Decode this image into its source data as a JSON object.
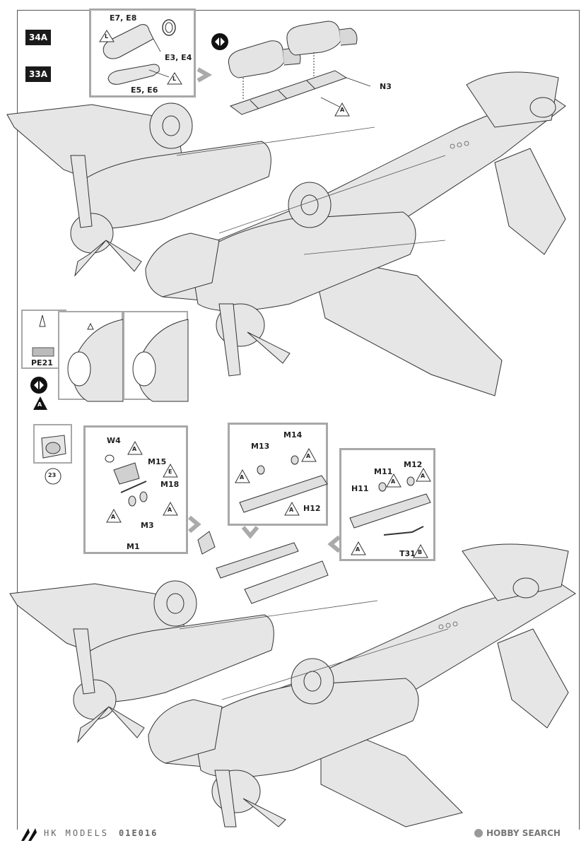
{
  "steps": {
    "step1": "34A",
    "step2": "33A"
  },
  "top_inset": {
    "parts_a": "E7, E8",
    "parts_b": "E3, E4",
    "parts_c": "E5, E6",
    "tri_label": "L"
  },
  "top_labels": {
    "n3": "N3",
    "a": "A"
  },
  "left_inset": {
    "part": "PE21",
    "tri": "A"
  },
  "mid_inset": {
    "num": "23"
  },
  "box1": {
    "w4": "W4",
    "m15": "M15",
    "m18": "M18",
    "m3": "M3",
    "m1": "M1",
    "e": "E",
    "a": "A"
  },
  "box2": {
    "m13": "M13",
    "m14": "M14",
    "h12": "H12",
    "a": "A"
  },
  "box3": {
    "h11": "H11",
    "m11": "M11",
    "m12": "M12",
    "t31": "T31",
    "b": "B",
    "a": "A"
  },
  "footer": {
    "brand": "HK MODELS",
    "code": "01E016",
    "watermark": "HOBBY SEARCH"
  }
}
